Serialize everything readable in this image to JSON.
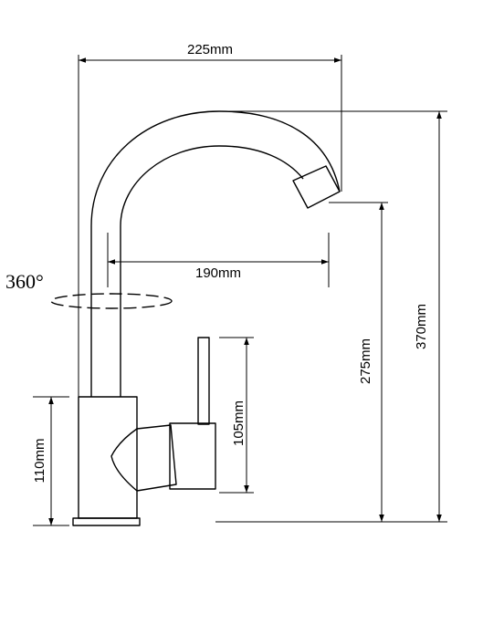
{
  "dimensions": {
    "overall_width": "225mm",
    "spout_reach": "190mm",
    "spout_clearance_height": "275mm",
    "total_height": "370mm",
    "base_height": "110mm",
    "handle_height": "105mm"
  },
  "rotation": {
    "label": "360°"
  }
}
